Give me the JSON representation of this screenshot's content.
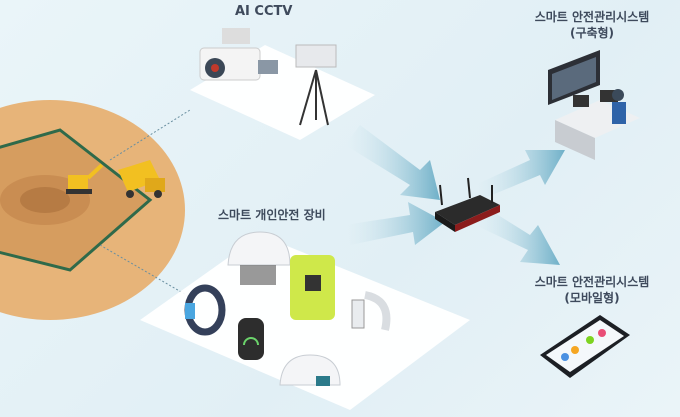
{
  "labels": {
    "cctv": "AI CCTV",
    "equipment": "스마트 개인안전 장비",
    "system_built": "스마트 안전관리시스템",
    "system_built_sub": "(구축형)",
    "system_mobile": "스마트 안전관리시스템",
    "system_mobile_sub": "(모바일형)"
  },
  "colors": {
    "background": "#e4f1f6",
    "site": "#e8b77a",
    "arrow": "#7fb9cf",
    "text": "#3e4a5c",
    "router": "#2b2b2b"
  }
}
